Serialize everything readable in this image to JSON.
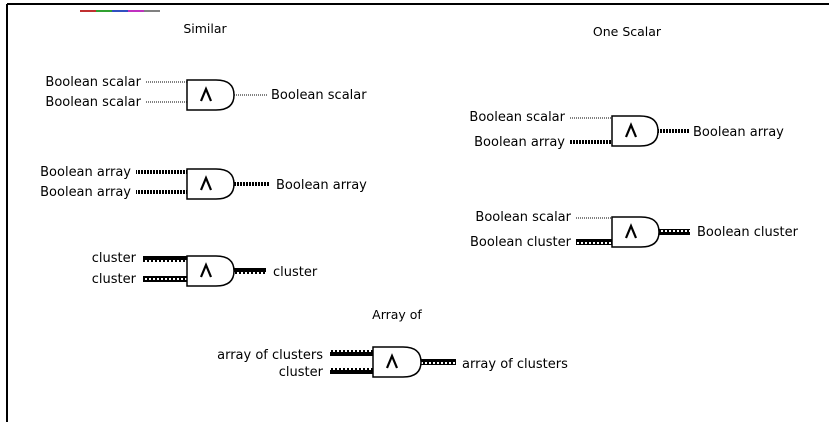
{
  "headings": {
    "similar": "Similar",
    "one_scalar": "One Scalar",
    "array_of": "Array of"
  },
  "gate_symbol": "Λ",
  "wire_styles": {
    "scalar": "dotted",
    "array": "thick-striped",
    "cluster": "cluster-pattern"
  },
  "colors": {
    "background": "#ffffff",
    "ink": "#000000",
    "top_strip": [
      "#c03030",
      "#30a030",
      "#3050c0",
      "#c030c0",
      "#808080"
    ]
  },
  "diagrams": [
    {
      "id": "scalar-scalar",
      "inputs": [
        {
          "label": "Boolean scalar",
          "wire": "scalar"
        },
        {
          "label": "Boolean scalar",
          "wire": "scalar"
        }
      ],
      "output": {
        "label": "Boolean scalar",
        "wire": "scalar"
      }
    },
    {
      "id": "array-array",
      "inputs": [
        {
          "label": "Boolean array",
          "wire": "array"
        },
        {
          "label": "Boolean array",
          "wire": "array"
        }
      ],
      "output": {
        "label": "Boolean array",
        "wire": "array"
      }
    },
    {
      "id": "cluster-cluster",
      "inputs": [
        {
          "label": "cluster",
          "wire": "cluster"
        },
        {
          "label": "cluster",
          "wire": "cluster"
        }
      ],
      "output": {
        "label": "cluster",
        "wire": "cluster"
      }
    },
    {
      "id": "scalar-array",
      "inputs": [
        {
          "label": "Boolean scalar",
          "wire": "scalar"
        },
        {
          "label": "Boolean array",
          "wire": "array"
        }
      ],
      "output": {
        "label": "Boolean array",
        "wire": "array"
      }
    },
    {
      "id": "scalar-cluster",
      "inputs": [
        {
          "label": "Boolean scalar",
          "wire": "scalar"
        },
        {
          "label": "Boolean cluster",
          "wire": "cluster"
        }
      ],
      "output": {
        "label": "Boolean cluster",
        "wire": "cluster"
      }
    },
    {
      "id": "arrayofclusters-cluster",
      "inputs": [
        {
          "label": "array of clusters",
          "wire": "cluster"
        },
        {
          "label": "cluster",
          "wire": "cluster"
        }
      ],
      "output": {
        "label": "array of clusters",
        "wire": "cluster"
      }
    }
  ]
}
